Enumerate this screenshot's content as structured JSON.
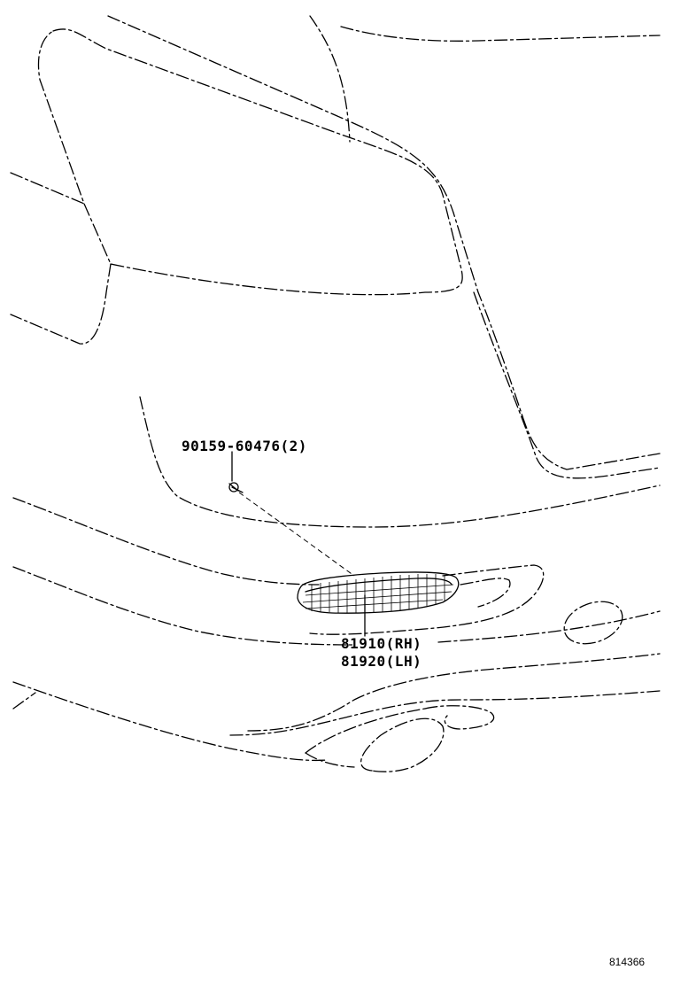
{
  "parts": {
    "screw": {
      "part_number": "90159-60476",
      "quantity": "(2)"
    },
    "reflector": [
      {
        "part_number": "81910",
        "side": "(RH)"
      },
      {
        "part_number": "81920",
        "side": "(LH)"
      }
    ]
  },
  "illustration_code": "814366"
}
